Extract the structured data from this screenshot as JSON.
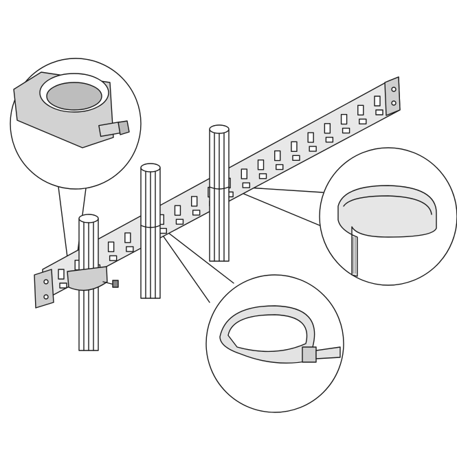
{
  "illustration": {
    "components": [
      "cable-rail",
      "cable-bundle",
      "cable-bundle",
      "cable-bundle",
      "cable-bracket-detail",
      "velcro-strap-detail",
      "cable-tie-detail"
    ],
    "colors": {
      "line": "#1a1a1a",
      "metal": "#d9d9d9",
      "metal_dark": "#b8b8b8",
      "strap": "#e6e6e6",
      "background": "#ffffff"
    }
  }
}
